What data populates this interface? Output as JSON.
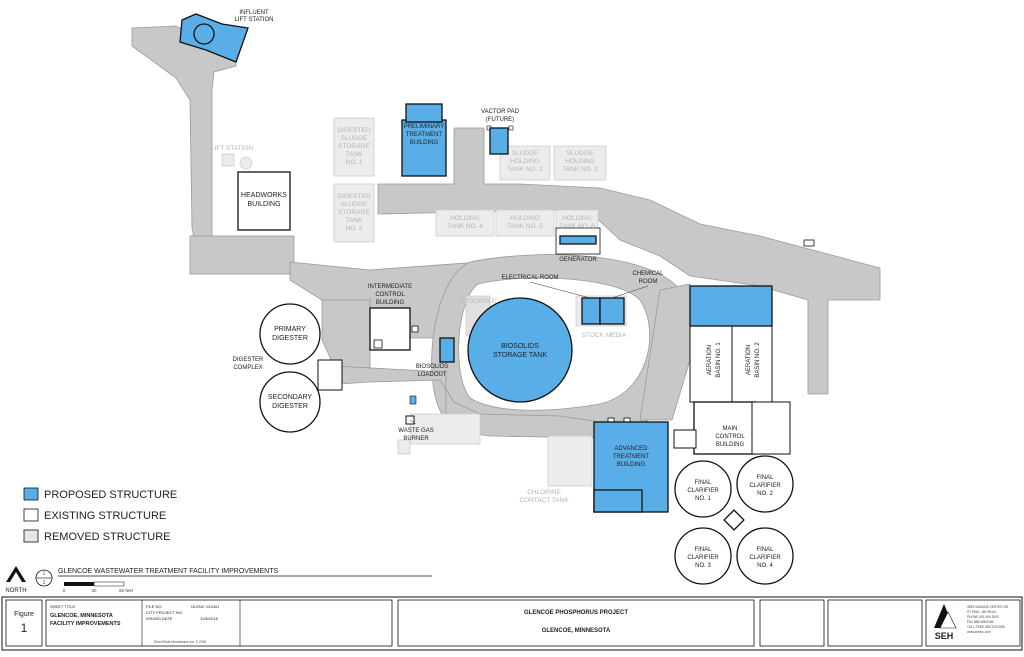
{
  "colors": {
    "proposed": "#5aaee8",
    "existing": "#ffffff",
    "removed": "#e6e6e6",
    "road": "#c8c8c8",
    "outline": "#111111"
  },
  "map_title": "GLENCOE WASTEWATER TREATMENT FACILITY IMPROVEMENTS",
  "north": {
    "label": "NORTH",
    "sheet_top": "1",
    "sheet_bottom": "1"
  },
  "scale": {
    "t0": "0",
    "t1": "30",
    "t2": "60 feet"
  },
  "labels": {
    "influent_lift_station_1": "INFLUENT",
    "influent_lift_station_2": "LIFT STATION",
    "lift_station": "LIFT STATION",
    "headworks_1": "HEADWORKS",
    "headworks_2": "BUILDING",
    "prelim_1": "PRELIMINARY",
    "prelim_2": "TREATMENT",
    "prelim_3": "BUILDING",
    "vactor_1": "VACTOR PAD",
    "vactor_2": "(FUTURE)",
    "dss1_1": "DIGESTED",
    "dss1_2": "SLUDGE",
    "dss1_3": "STORAGE",
    "dss1_4": "TANK",
    "dss1_5": "NO. 1",
    "dss2_1": "DIGESTED",
    "dss2_2": "SLUDGE",
    "dss2_3": "STORAGE",
    "dss2_4": "TANK",
    "dss2_5": "NO. 2",
    "sh2_1": "SLUDGE",
    "sh2_2": "HOLDING",
    "sh2_3": "TANK NO. 2",
    "sh3_1": "SLUDGE",
    "sh3_2": "HOLDING",
    "sh3_3": "TANK NO. 3",
    "ht4": "HOLDING",
    "ht4_b": "TANK NO. 4",
    "ht5": "HOLDING",
    "ht5_b": "TANK NO. 5",
    "ht6": "HOLDING",
    "ht6_b": "TANK NO. 6",
    "generator": "GENERATOR",
    "electrical_room": "ELECTRICAL ROOM",
    "chemical_1": "CHEMICAL",
    "chemical_2": "ROOM",
    "icb_1": "INTERMEDIATE",
    "icb_2": "CONTROL",
    "icb_3": "BUILDING",
    "primary_1": "PRIMARY",
    "primary_2": "DIGESTER",
    "secondary_1": "SECONDARY",
    "secondary_2": "DIGESTER",
    "digester_complex_1": "DIGESTER",
    "digester_complex_2": "COMPLEX",
    "biosolids_1": "BIOSOLIDS",
    "biosolids_2": "STORAGE TANK",
    "loadout_1": "BIOSOLIDS",
    "loadout_2": "LOADOUT",
    "stockpile": "STOCKPILE",
    "stock_media": "STOCK MEDIA",
    "aeration1_1": "AERATION",
    "aeration1_2": "BASIN NO. 1",
    "aeration2_1": "AERATION",
    "aeration2_2": "BASIN NO. 2",
    "mcb_1": "MAIN",
    "mcb_2": "CONTROL",
    "mcb_3": "BUILDING",
    "atb_1": "ADVANCED",
    "atb_2": "TREATMENT",
    "atb_3": "BUILDING",
    "wgb_1": "WASTE GAS",
    "wgb_2": "BURNER",
    "chlorine_1": "CHLORINE",
    "chlorine_2": "CONTACT TANK",
    "fc1_1": "FINAL",
    "fc1_2": "CLARIFIER",
    "fc1_3": "NO. 1",
    "fc2_1": "FINAL",
    "fc2_2": "CLARIFIER",
    "fc2_3": "NO. 2",
    "fc3_1": "FINAL",
    "fc3_2": "CLARIFIER",
    "fc3_3": "NO. 3",
    "fc4_1": "FINAL",
    "fc4_2": "CLARIFIER",
    "fc4_3": "NO. 4"
  },
  "legend": [
    {
      "label": "PROPOSED STRUCTURE"
    },
    {
      "label": "EXISTING STRUCTURE"
    },
    {
      "label": "REMOVED STRUCTURE"
    }
  ],
  "title_block": {
    "figure_label": "Figure",
    "figure_number": "1",
    "sheet_title_label": "SHEET TITLE",
    "sheet_title_1": "GLENCOE, MINNESOTA",
    "sheet_title_2": "FACILITY IMPROVEMENTS",
    "file_no_label": "FILE NO.",
    "file_no": "GLENC 143491",
    "city_project_label": "CITY PROJECT NO.",
    "issued_date_label": "ISSUED DATE",
    "issued_date": "12/6/2018",
    "project_title": "GLENCOE PHOSPHORUS PROJECT",
    "project_location": "GLENCOE, MINNESOTA",
    "logo_text": "SEH",
    "address_1": "3535 VADNAIS CENTER DR",
    "address_2": "ST PAUL, MN 55110",
    "address_3": "PHONE 651.490.2000",
    "address_4": "FAX 888.908.8166",
    "address_5": "TOLL FREE 800.325.2055",
    "address_6": "www.sehinc.com",
    "small_print": "Short Elliott Hendrickson Inc. © 2018"
  }
}
